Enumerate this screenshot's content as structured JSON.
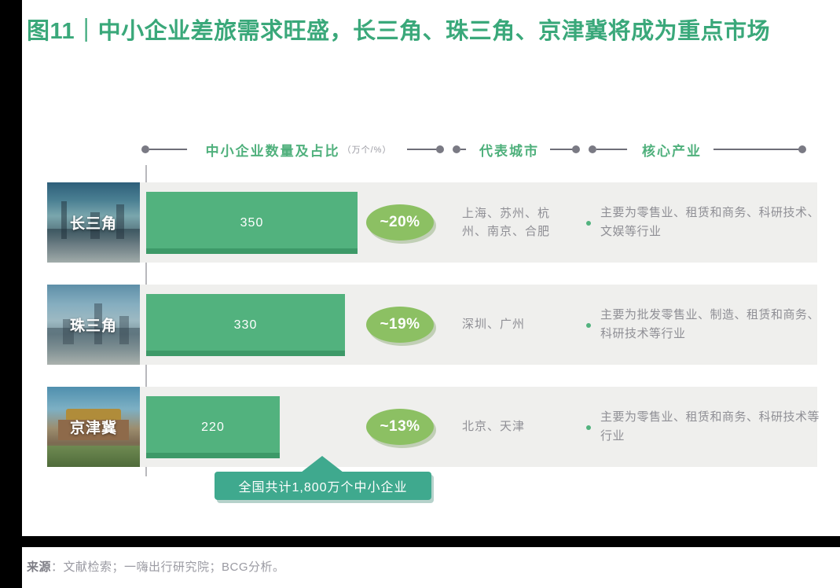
{
  "title": "图11｜中小企业差旅需求旺盛，长三角、珠三角、京津冀将成为重点市场",
  "headers": {
    "col1_main": "中小企业数量及占比",
    "col1_unit": "（万个/%）",
    "col2": "代表城市",
    "col3": "核心产业"
  },
  "callout": "全国共计1,800万个中小企业",
  "source": "来源：文献检索；一嗨出行研究院；BCG分析。",
  "source_prefix": "来源",
  "colors": {
    "brand_green": "#4fb07c",
    "bar": "#52b27e",
    "bar_foot": "#3d9968",
    "badge": "#8cc063",
    "callout": "#3fa98e",
    "band": "#efefed",
    "text_gray": "#8f8f95"
  },
  "chart_data": {
    "type": "bar",
    "title": "中小企业数量及占比",
    "xlabel": "",
    "ylabel": "",
    "unit": "万个/%",
    "categories": [
      "长三角",
      "珠三角",
      "京津冀"
    ],
    "values": [
      350,
      330,
      220
    ],
    "value_labels": [
      "350",
      "330",
      "220"
    ],
    "share_labels": [
      "~20%",
      "~19%",
      "~13%"
    ],
    "total_annotation": "全国共计1,800万个中小企业",
    "orientation": "horizontal",
    "grid": false,
    "legend": "none"
  },
  "rows": [
    {
      "region": "长三角",
      "value": "350",
      "share": "~20%",
      "cities": "上海、苏州、杭州、南京、合肥",
      "industry": "主要为零售业、租赁和商务、科研技术、文娱等行业"
    },
    {
      "region": "珠三角",
      "value": "330",
      "share": "~19%",
      "cities": "深圳、广州",
      "industry": "主要为批发零售业、制造、租赁和商务、科研技术等行业"
    },
    {
      "region": "京津冀",
      "value": "220",
      "share": "~13%",
      "cities": "北京、天津",
      "industry": "主要为零售业、租赁和商务、科研技术等行业"
    }
  ]
}
